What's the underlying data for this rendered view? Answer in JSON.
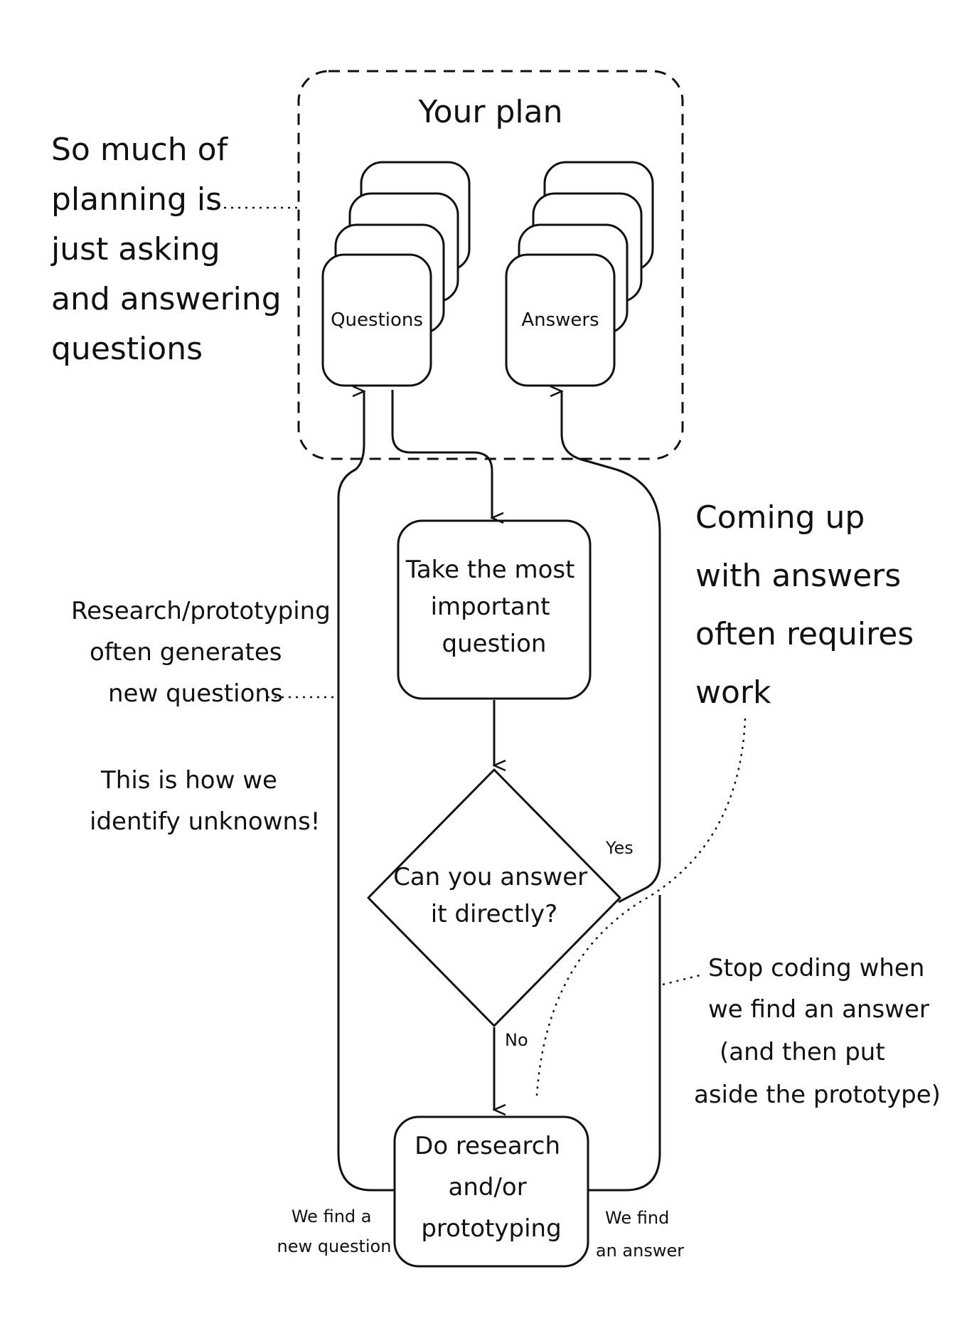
{
  "plan": {
    "title": "Your plan",
    "questions_label": "Questions",
    "answers_label": "Answers"
  },
  "notes": {
    "planning": [
      "So much of",
      "planning is",
      "just asking",
      "and answering",
      "questions"
    ],
    "coming_up": [
      "Coming up",
      "with answers",
      "often requires",
      "work"
    ],
    "research": [
      "Research/prototyping",
      "often generates",
      "new questions"
    ],
    "identify": [
      "This is how we",
      "identify unknowns!"
    ],
    "stop": [
      "Stop coding when",
      "we find an answer",
      "(and then put",
      "aside the prototype)"
    ]
  },
  "flow": {
    "take": [
      "Take the most",
      "important",
      "question"
    ],
    "decision": [
      "Can you answer",
      "it directly?"
    ],
    "research_box": [
      "Do research",
      "and/or",
      "prototyping"
    ],
    "yes": "Yes",
    "no": "No",
    "found_question": [
      "We find a",
      "new question"
    ],
    "found_answer": [
      "We find",
      "an answer"
    ]
  },
  "colors": {
    "ink": "#111111",
    "background": "#ffffff"
  }
}
